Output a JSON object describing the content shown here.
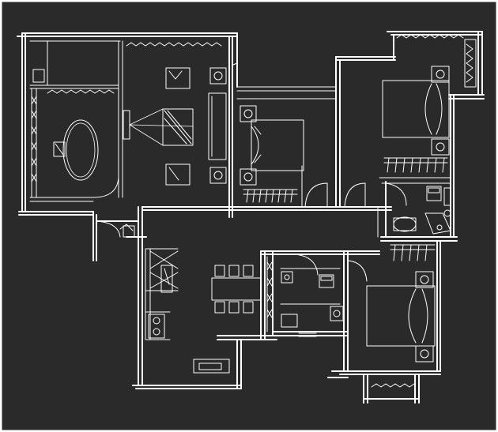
{
  "diagram": {
    "kind": "architectural floor plan sketch",
    "colors": {
      "background": "#2a2a2a",
      "ink": "#ffffff",
      "frame": "#ffffff"
    },
    "rooms": [
      {
        "id": "dining-room",
        "furniture": [
          "oval-dining-table",
          "chair"
        ]
      },
      {
        "id": "living-room",
        "furniture": [
          "square-coffee-table",
          "armchair-top",
          "armchair-bottom",
          "sofa",
          "tv-cabinet",
          "side-tables"
        ]
      },
      {
        "id": "bedroom-1",
        "furniture": [
          "double-bed",
          "nightstands",
          "wardrobe"
        ]
      },
      {
        "id": "master-bedroom",
        "furniture": [
          "double-bed",
          "nightstands",
          "wardrobe"
        ]
      },
      {
        "id": "bathroom",
        "furniture": [
          "toilet",
          "sink"
        ]
      },
      {
        "id": "bedroom-2",
        "furniture": [
          "double-bed",
          "nightstands",
          "wardrobe"
        ]
      },
      {
        "id": "kitchen",
        "furniture": [
          "counter",
          "stove",
          "sink"
        ]
      },
      {
        "id": "dining-bar",
        "furniture": [
          "bar-stools"
        ]
      },
      {
        "id": "washroom",
        "furniture": [
          "toilet",
          "sink",
          "shower"
        ]
      }
    ]
  }
}
